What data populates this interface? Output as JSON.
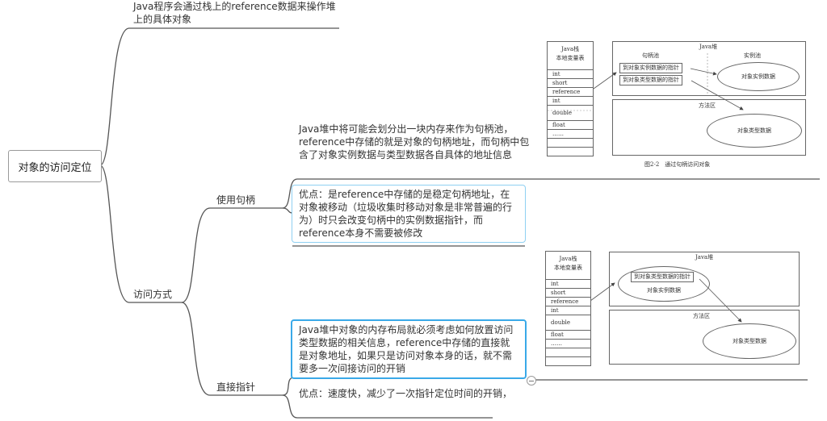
{
  "root": {
    "label": "对象的访问定位"
  },
  "nodes": {
    "intro": "Java程序会通过栈上的reference数据来操作堆上的具体对象",
    "access_methods": "访问方式",
    "handle": {
      "label": "使用句柄",
      "description": "Java堆中将可能会划分出一块内存来作为句柄池，reference中存储的就是对象的句柄地址，而句柄中包含了对象实例数据与类型数据各自具体的地址信息",
      "advantage": "优点：是reference中存储的是稳定句柄地址，在对象被移动（垃圾收集时移动对象是非常普遍的行为）时只会改变句柄中的实例数据指针，而reference本身不需要被修改"
    },
    "direct": {
      "label": "直接指针",
      "description": "Java堆中对象的内存布局就必须考虑如何放置访问类型数据的相关信息，reference中存储的直接就是对象地址，如果只是访问对象本身的话，就不需要多一次间接访问的开销",
      "advantage": "优点：速度快，减少了一次指针定位时间的开销，"
    }
  },
  "figure1": {
    "stack_title1": "Java栈",
    "stack_title2": "本地变量表",
    "stack_rows": [
      "int",
      "short",
      "reference",
      "int",
      "double",
      "float",
      "……"
    ],
    "heap": "Java堆",
    "handle_pool": "句柄池",
    "instance_pool": "实例池",
    "ptr_instance": "到对象实例数据的指针",
    "ptr_type": "到对象类型数据的指针",
    "instance_data": "对象实例数据",
    "method_area": "方法区",
    "type_data": "对象类型数据",
    "caption": "图2-2　通过句柄访问对象"
  },
  "figure2": {
    "stack_title1": "Java栈",
    "stack_title2": "本地变量表",
    "stack_rows": [
      "int",
      "short",
      "reference",
      "int",
      "double",
      "float",
      "……"
    ],
    "heap": "Java堆",
    "ptr_type": "到对象类型数据的指针",
    "instance_data": "对象实例数据",
    "method_area": "方法区",
    "type_data": "对象类型数据"
  }
}
